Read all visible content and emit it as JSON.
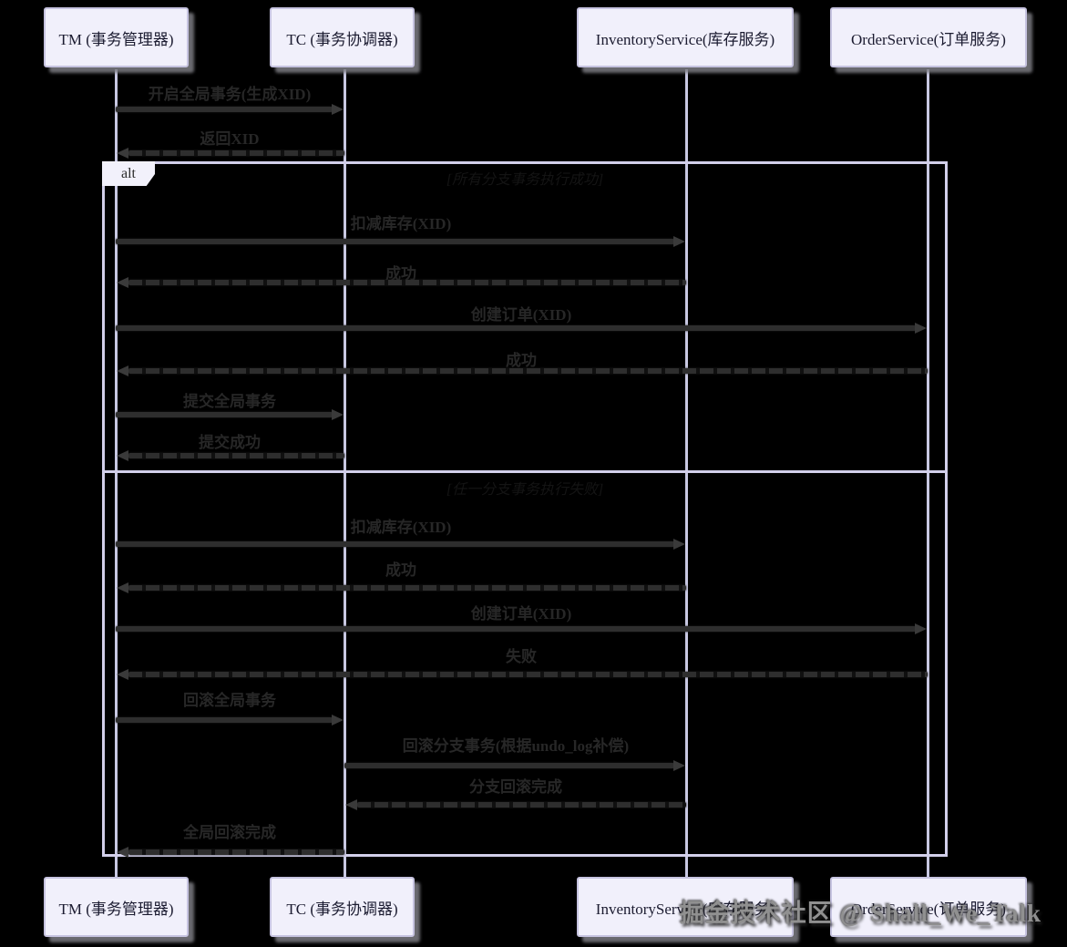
{
  "diagram_type": "sequence",
  "participants": [
    {
      "id": "tm",
      "label": "TM (事务管理器)"
    },
    {
      "id": "tc",
      "label": "TC (事务协调器)"
    },
    {
      "id": "inventory",
      "label": "InventoryService(库存服务)"
    },
    {
      "id": "order",
      "label": "OrderService(订单服务)"
    }
  ],
  "frame": {
    "operator": "alt",
    "guard_success": "[所有分支事务执行成功]",
    "guard_failure": "[任一分支事务执行失败]"
  },
  "messages": [
    {
      "from": "tm",
      "to": "tc",
      "style": "solid",
      "label": "开启全局事务(生成XID)"
    },
    {
      "from": "tc",
      "to": "tm",
      "style": "dashed",
      "label": "返回XID"
    },
    {
      "from": "tm",
      "to": "inventory",
      "style": "solid",
      "label": "扣减库存(XID)"
    },
    {
      "from": "inventory",
      "to": "tm",
      "style": "dashed",
      "label": "成功"
    },
    {
      "from": "tm",
      "to": "order",
      "style": "solid",
      "label": "创建订单(XID)"
    },
    {
      "from": "order",
      "to": "tm",
      "style": "dashed",
      "label": "成功"
    },
    {
      "from": "tm",
      "to": "tc",
      "style": "solid",
      "label": "提交全局事务"
    },
    {
      "from": "tc",
      "to": "tm",
      "style": "dashed",
      "label": "提交成功"
    },
    {
      "from": "tm",
      "to": "inventory",
      "style": "solid",
      "label": "扣减库存(XID)"
    },
    {
      "from": "inventory",
      "to": "tm",
      "style": "dashed",
      "label": "成功"
    },
    {
      "from": "tm",
      "to": "order",
      "style": "solid",
      "label": "创建订单(XID)"
    },
    {
      "from": "order",
      "to": "tm",
      "style": "dashed",
      "label": "失败"
    },
    {
      "from": "tm",
      "to": "tc",
      "style": "solid",
      "label": "回滚全局事务"
    },
    {
      "from": "tc",
      "to": "inventory",
      "style": "solid",
      "label": "回滚分支事务(根据undo_log补偿)"
    },
    {
      "from": "inventory",
      "to": "tc",
      "style": "dashed",
      "label": "分支回滚完成"
    },
    {
      "from": "tc",
      "to": "tm",
      "style": "dashed",
      "label": "全局回滚完成"
    }
  ],
  "watermark": {
    "text": "掘金技术社区 @ Shall_We_Talk"
  },
  "colors": {
    "background": "#000000",
    "participant_fill": "#F1F0FB",
    "participant_border": "#C6C3E0",
    "lifeline": "#C8C8E2",
    "frame_border": "#D2CFEA",
    "arrow": "#2E2E2E",
    "message_text": "#272727",
    "watermark_text": "#909090"
  }
}
